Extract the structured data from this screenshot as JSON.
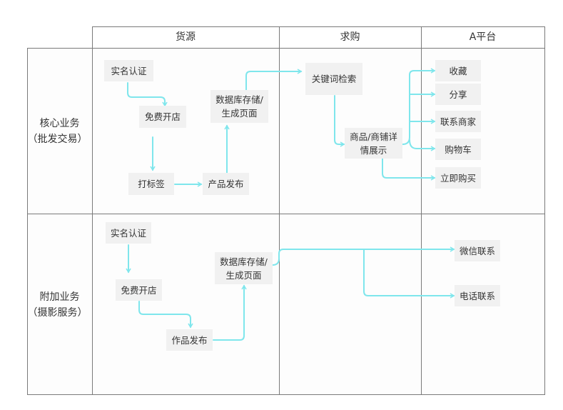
{
  "columns": [
    "货源",
    "求购",
    "A平台"
  ],
  "rows": [
    {
      "title": "核心业务",
      "subtitle": "（批发交易）"
    },
    {
      "title": "附加业务",
      "subtitle": "（摄影服务）"
    }
  ],
  "core": {
    "source": {
      "verify": "实名认证",
      "open_store": "免费开店",
      "tag": "打标签",
      "publish": "产品发布",
      "store_line1": "数据库存储/",
      "store_line2": "生成页面"
    },
    "buyer": {
      "search": "关键词检索",
      "detail_line1": "商品/商铺详",
      "detail_line2": "情展示"
    },
    "platform": [
      "收藏",
      "分享",
      "联系商家",
      "购物车",
      "立即购买"
    ]
  },
  "extra": {
    "source": {
      "verify": "实名认证",
      "open_store": "免费开店",
      "publish": "作品发布",
      "store_line1": "数据库存储/",
      "store_line2": "生成页面"
    },
    "platform": [
      "微信联系",
      "电话联系"
    ]
  },
  "colors": {
    "arrow": "#7fe6ec",
    "node_bg": "#f1f1f1",
    "grid": "#7a7a7a"
  }
}
